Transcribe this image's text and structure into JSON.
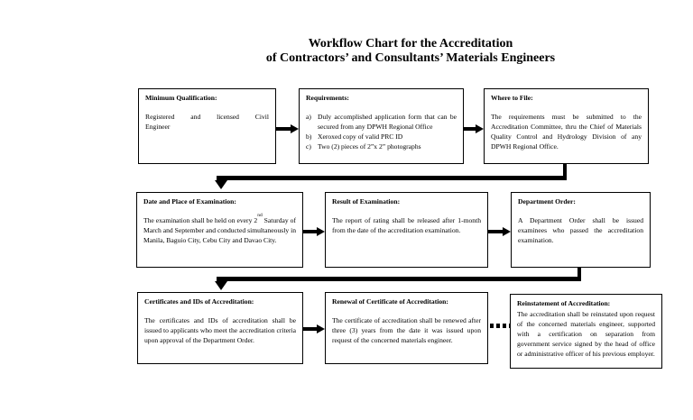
{
  "title": {
    "line1": "Workflow Chart for the Accreditation",
    "line2": "of Contractors’ and Consultants’ Materials Engineers"
  },
  "boxes": [
    {
      "name": "minimum-qualification",
      "heading": "Minimum Qualification:",
      "body_line1": "Registered and licensed Civil",
      "body_line2": "Engineer"
    },
    {
      "name": "requirements",
      "heading": "Requirements:",
      "labels": [
        "a)",
        "b)",
        "c)"
      ],
      "items": [
        "Duly accomplished application form that can be secured from any DPWH Regional Office",
        "Xeroxed copy of valid PRC ID",
        "Two (2) pieces of 2”x 2” photographs"
      ]
    },
    {
      "name": "where-to-file",
      "heading": "Where to File:",
      "body": "The requirements must be submitted to the Accreditation Committee, thru the Chief of Materials Quality Control and Hydrology Division of any DPWH Regional Office."
    },
    {
      "name": "date-and-place-of-examination",
      "heading": "Date and Place of Examination:",
      "body_prefix": "The examination shall be held on every 2",
      "body_sup": "nd",
      "body_suffix": " Saturday of March and September and conducted simultaneously in Manila, Baguio City, Cebu City and Davao City."
    },
    {
      "name": "result-of-examination",
      "heading": "Result of Examination:",
      "body": "The report of rating shall be released after 1-month from the date of the accreditation examination."
    },
    {
      "name": "department-order",
      "heading": "Department Order:",
      "body": "A Department Order shall be issued examinees who passed the accreditation examination."
    },
    {
      "name": "certificates-and-ids-of-accreditation",
      "heading": "Certificates and IDs of Accreditation:",
      "body": "The certificates and IDs of accreditation shall be issued to applicants who meet the accreditation criteria upon approval of the Department Order."
    },
    {
      "name": "renewal-of-certificate-of-accreditation",
      "heading": "Renewal of Certificate of Accreditation:",
      "body": "The certificate of accreditation shall be renewed after three (3) years from the date it was issued upon request of the concerned materials engineer."
    },
    {
      "name": "reinstatement-of-accreditation",
      "heading": "Reinstatement of Accreditation:",
      "body": "The accreditation shall be reinstated upon request of the concerned materials engineer, supported with a certification on separation from government service signed by the head of office or administrative officer of his previous employer."
    }
  ],
  "colors": {
    "text": "#000000",
    "line": "#000000",
    "background": "#ffffff"
  }
}
